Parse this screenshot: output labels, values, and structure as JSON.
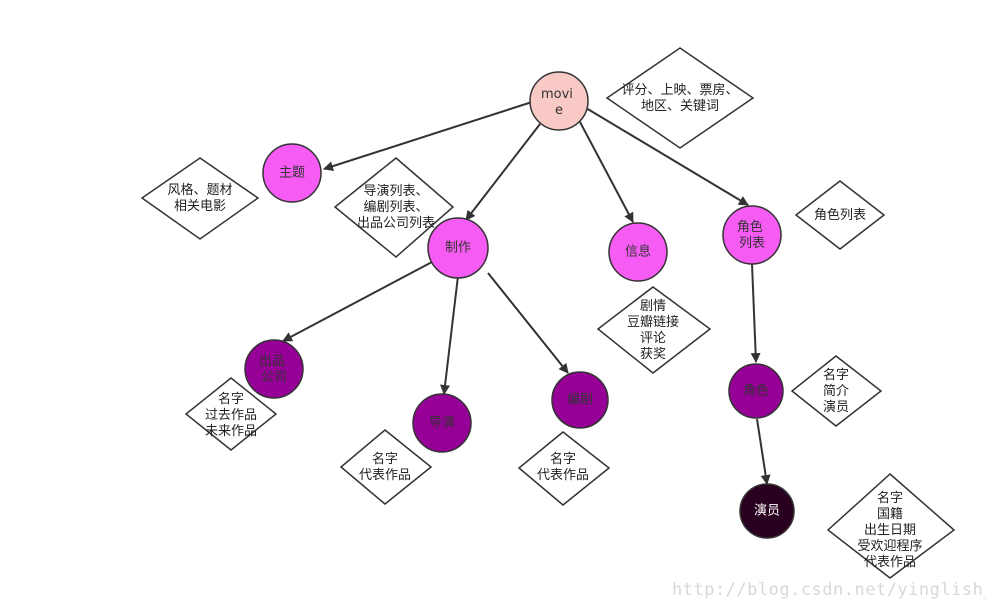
{
  "colors": {
    "root": "#f9c9c6",
    "level1": "#f65cf3",
    "level2": "#960096",
    "level3": "#2a0020",
    "stroke": "#333333"
  },
  "nodes": {
    "movie": "movie",
    "theme": "主题",
    "production": "制作",
    "info": "信息",
    "role_list": "角色列表",
    "company": "出品公司",
    "director": "导演",
    "screenwriter": "编剧",
    "role": "角色",
    "actor": "演员"
  },
  "notes": {
    "movie": [
      "评分、上映、票房、",
      "地区、关键词"
    ],
    "theme": [
      "风格、题材",
      "相关电影"
    ],
    "production": [
      "导演列表、",
      "编剧列表、",
      "出品公司列表"
    ],
    "info": [
      "剧情",
      "豆瓣链接",
      "评论",
      "获奖"
    ],
    "role_list": [
      "角色列表"
    ],
    "company": [
      "名字",
      "过去作品",
      "未来作品"
    ],
    "director": [
      "名字",
      "代表作品"
    ],
    "screenwriter": [
      "名字",
      "代表作品"
    ],
    "role": [
      "名字",
      "简介",
      "演员"
    ],
    "actor": [
      "名字",
      "国籍",
      "出生日期",
      "受欢迎程序",
      "代表作品"
    ]
  },
  "watermark": "http://blog.csdn.net/yinglish_"
}
